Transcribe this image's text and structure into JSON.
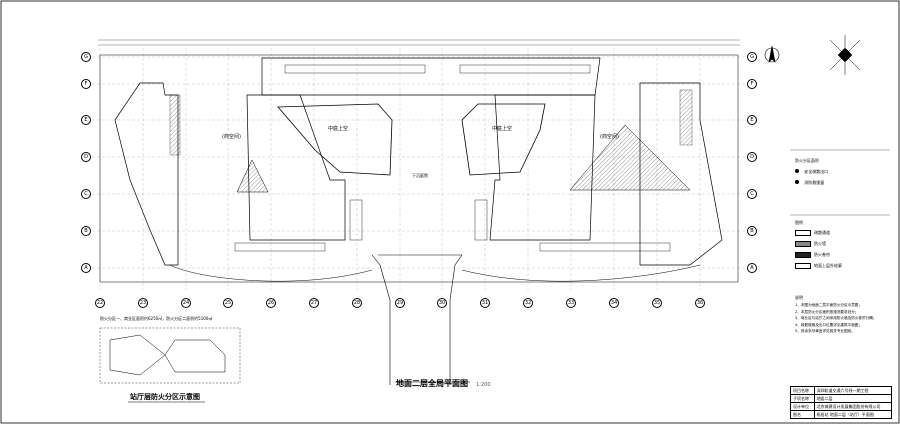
{
  "drawing": {
    "title": "地面二层全局平面图",
    "scale": "1:200"
  },
  "inset": {
    "title": "站厅层防火分区示意图",
    "note": "防火分区一、商业区面积约6250㎡，防火分区二面积约5100㎡"
  },
  "grid": {
    "rows": [
      "G",
      "F",
      "E",
      "D",
      "C",
      "B",
      "A"
    ],
    "cols": [
      "22",
      "23",
      "24",
      "25",
      "26",
      "27",
      "28",
      "29",
      "30",
      "31",
      "32",
      "33",
      "34",
      "35",
      "36"
    ]
  },
  "labels": {
    "zone_left": "(商空间)",
    "zone_right": "(商空间)",
    "hall_left": "中庭上空",
    "hall_right": "中庭上空",
    "center_label": "下沉庭院"
  },
  "legend": {
    "title": "图例",
    "items": [
      {
        "label": "疏散通道",
        "color": "#ffffff"
      },
      {
        "label": "防火墙",
        "color": "#888888"
      },
      {
        "label": "防火卷帘",
        "color": "#222222"
      },
      {
        "label": "地面上层外轮廓",
        "color": "#ffffff"
      }
    ],
    "fire_zone_label": "防火分区面积",
    "marker_1": "安全疏散出口",
    "marker_2": "消防救援窗"
  },
  "notes": {
    "title": "说明",
    "lines": [
      "1、本图为地面二层平面防火分区示意图；",
      "2、本层防火分区面积按规范要求划分；",
      "3、商业区与站厅之间采用防火墙及防火卷帘分隔；",
      "4、疏散楼梯及出口位置详见建筑平面图；",
      "5、其余未尽事宜详见相关专业图纸。"
    ]
  },
  "title_block": {
    "rows": [
      {
        "k": "项目名称",
        "v": "深圳轨道交通六号线一期工程"
      },
      {
        "k": "子项名称",
        "v": "地面二层"
      },
      {
        "k": "设计单位",
        "v": "北京城建设计发展集团股份有限公司"
      },
      {
        "k": "图名",
        "v": "枢纽站 地面二层（站厅）平面图"
      }
    ]
  }
}
